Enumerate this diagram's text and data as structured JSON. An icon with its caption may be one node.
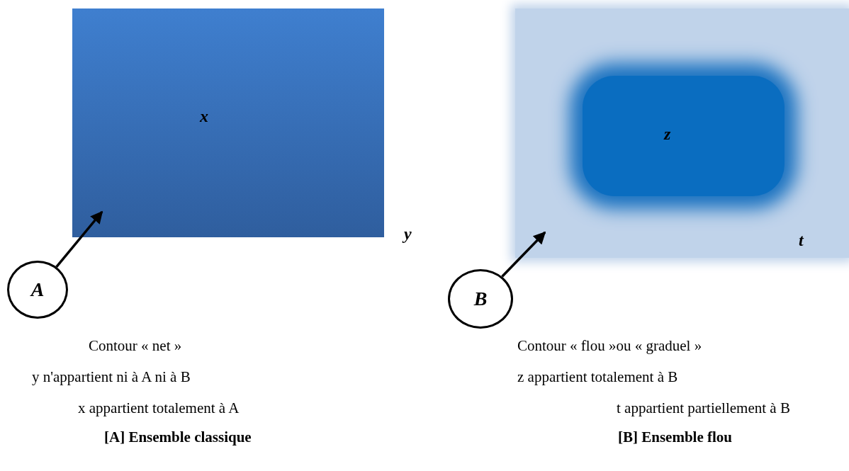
{
  "diagram": {
    "nodes": [
      {
        "text": [
          "x"
        ]
      },
      {
        "text": [
          "A"
        ]
      },
      {
        "text": [
          "t"
        ]
      },
      {
        "text": [
          "z"
        ],
        "in": 2
      },
      {
        "text": [
          "B"
        ]
      }
    ],
    "edges": [
      {
        "from": 1,
        "to": 0,
        "arrow": "to"
      },
      {
        "from": 4,
        "to": 2,
        "arrow": "to"
      }
    ],
    "labels": [
      "y",
      "Contour « net »",
      "y n'appartient ni à A ni à B",
      "x appartient totalement à A",
      "[A] Ensemble classique",
      "Contour « flou »ou « graduel »",
      "z appartient totalement à B",
      "t appartient partiellement à B",
      "[B] Ensemble flou"
    ]
  }
}
